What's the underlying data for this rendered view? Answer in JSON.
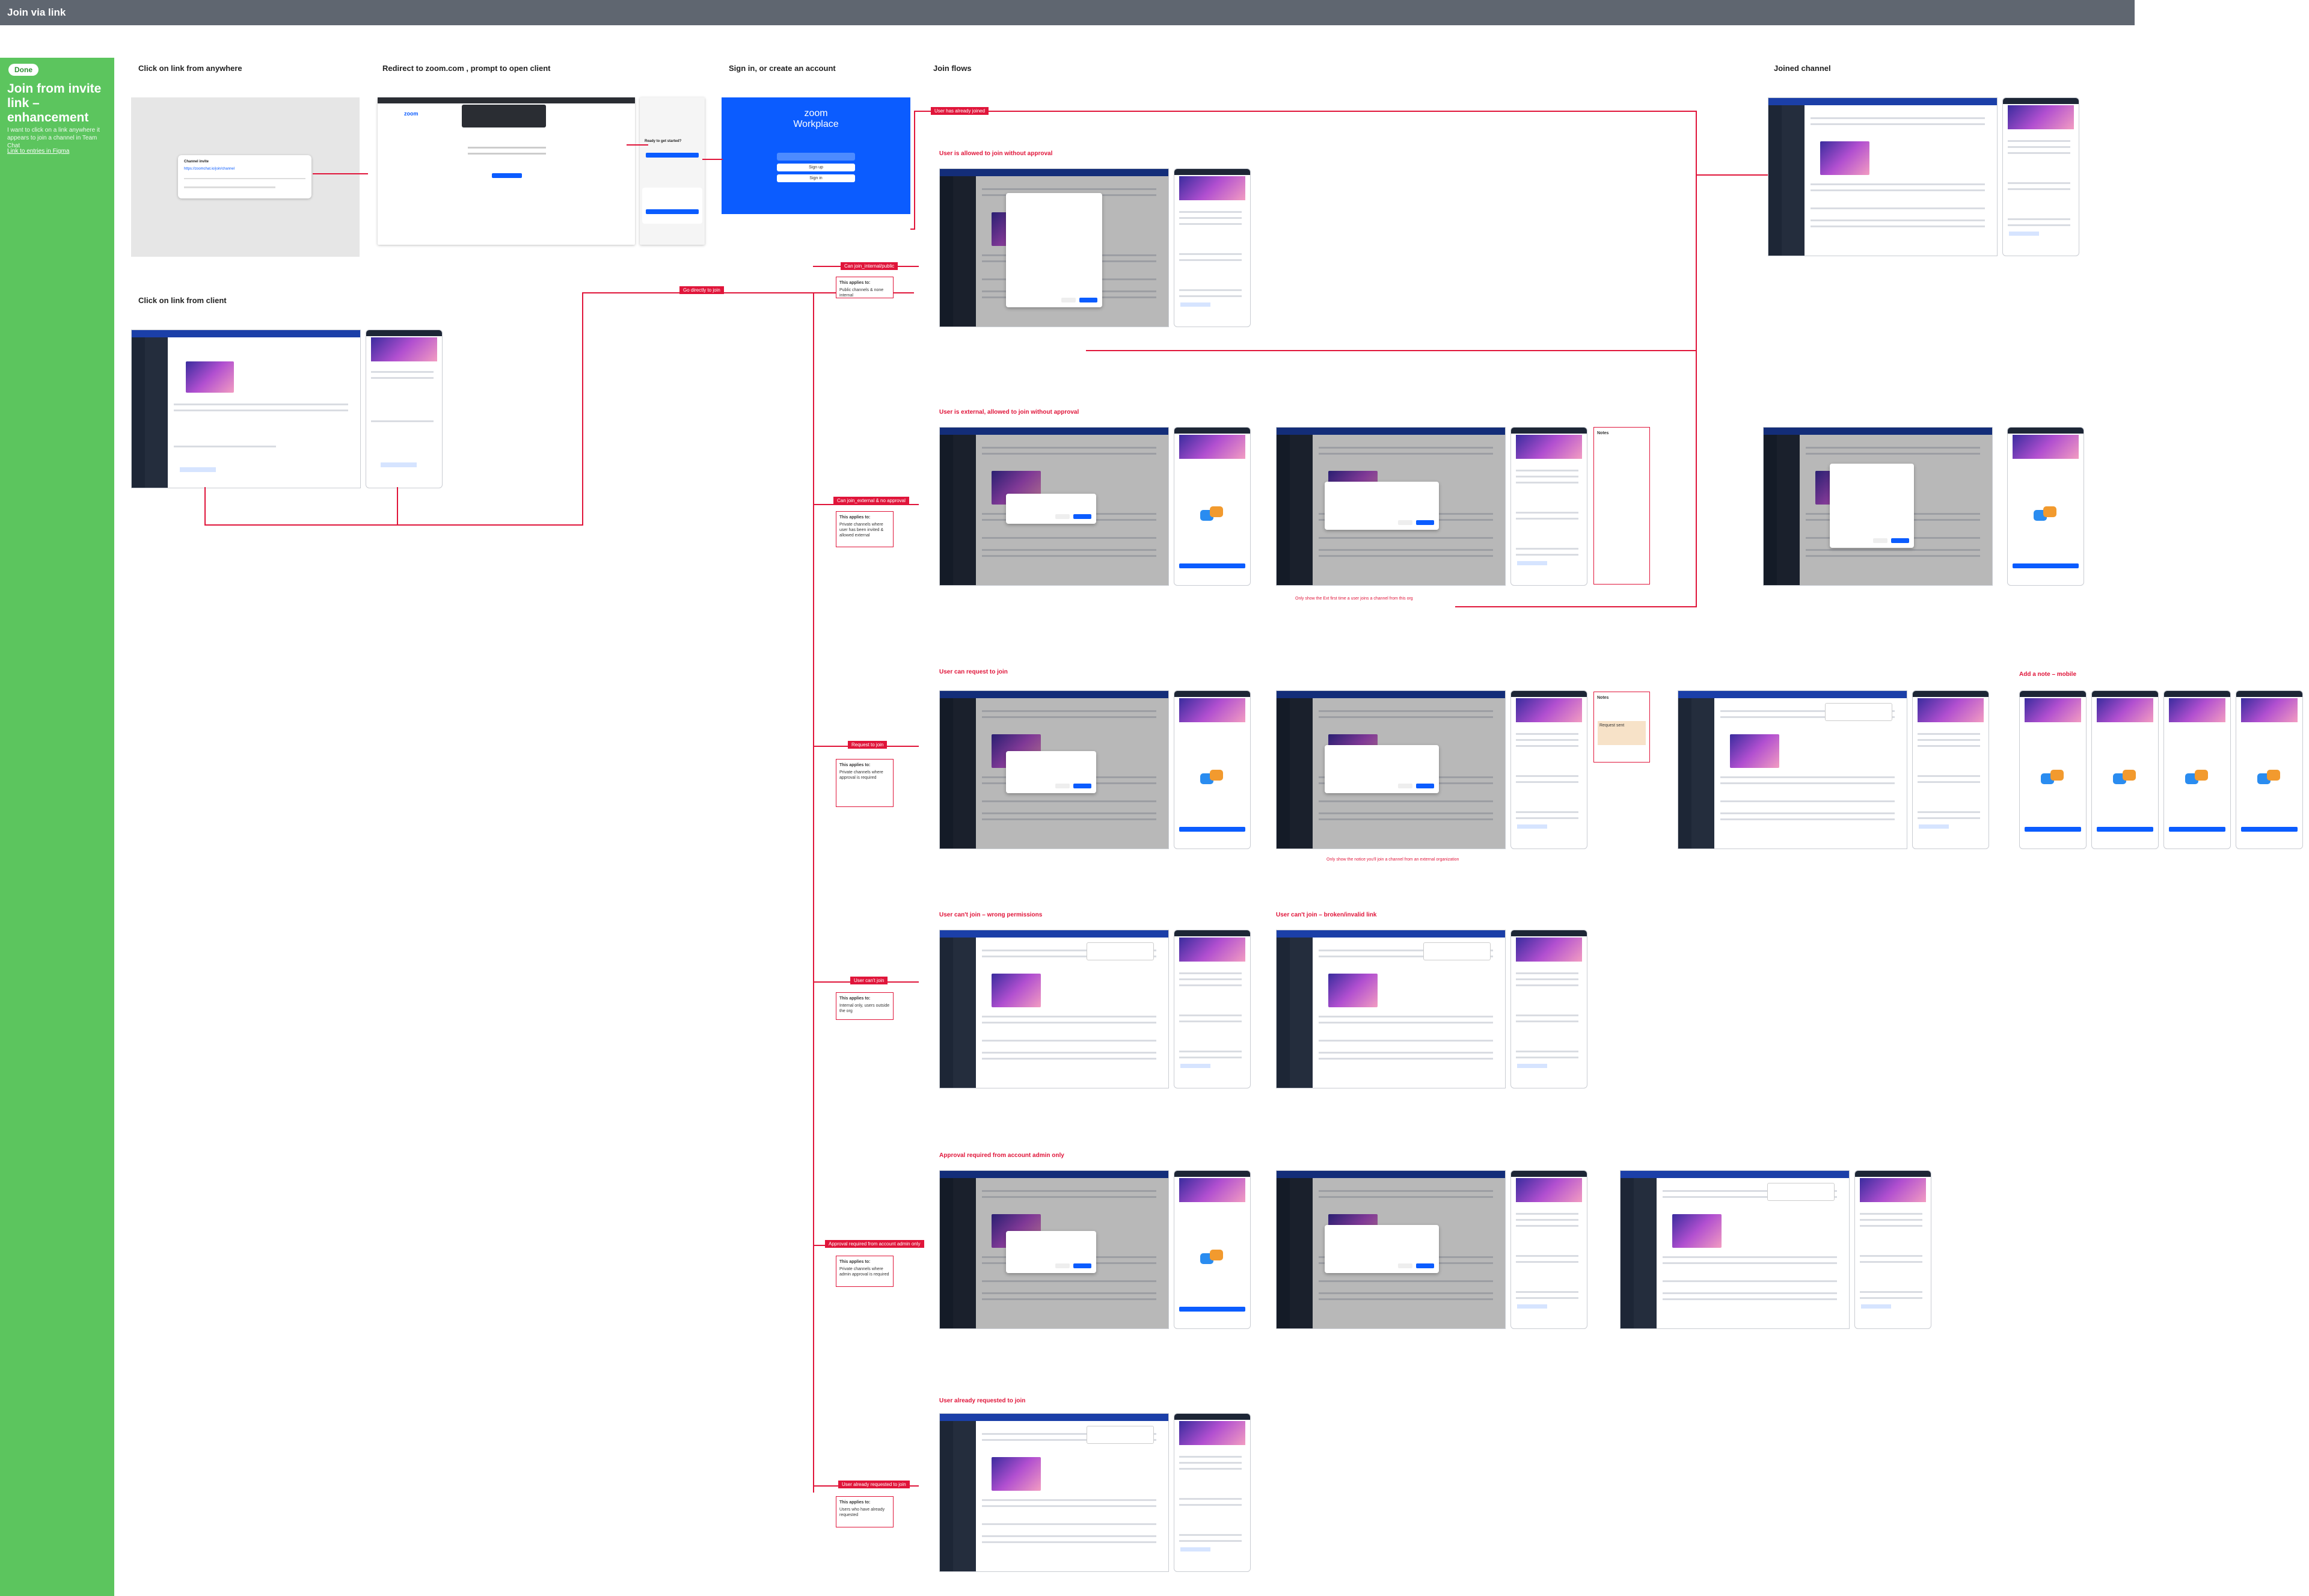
{
  "header": {
    "title": "Join via link"
  },
  "sidebar": {
    "badge": "Done",
    "title": "Join from invite link – enhancement",
    "description": "I want to click on a link anywhere it appears to join a channel in Team Chat",
    "link": "Link to entries in Figma"
  },
  "sections": {
    "click_anywhere": "Click on link from anywhere",
    "redirect": "Redirect to zoom.com , prompt to open client",
    "signin": "Sign in, or create an account",
    "join_flows": "Join flows",
    "joined_channel": "Joined channel",
    "click_client": "Click on link from client"
  },
  "flows": {
    "allowed": "User is allowed to join without approval",
    "external": "User is external, allowed to join without approval",
    "request": "User can request to join",
    "cant_join_perm": "User can't join – wrong permissions",
    "cant_join_broken": "User can't join – broken/invalid link",
    "approval_admin": "Approval required from account admin only",
    "already_requested": "User already requested to join",
    "add_note_mobile": "Add a note – mobile"
  },
  "tags": {
    "already_joined": "User has already joined",
    "can_join": "Can join_internal/public",
    "go_directly": "Go directly to join",
    "can_join_external": "Can join_external & no approval",
    "request_to_join": "Request to join",
    "user_cant_join": "User can't join",
    "approval_admin": "Approval required from account admin only",
    "already_requested": "User already requested to join"
  },
  "notes": {
    "label": "This applies to:",
    "allowed": "Public channels & none internal",
    "external": "Private channels where user has been invited & allowed external",
    "request": "Private channels where approval is required",
    "cant": "Internal only, users outside the org",
    "approval": "Private channels where admin approval is required",
    "already": "Users who have already requested"
  },
  "side_notes": {
    "external_title": "Notes",
    "request_title": "Notes",
    "request_status": "Request sent"
  },
  "captions": {
    "external": "Only show the Ext first time a user joins a channel from this org",
    "request": "Only show the notice you'll join a channel from an external organization"
  },
  "zoom": {
    "brand_line1": "zoom",
    "brand_line2": "Workplace",
    "sign_in": "Sign in",
    "sign_up": "Sign up",
    "redirect_brand": "zoom",
    "ready_title": "Ready to get started?"
  },
  "link_card": {
    "name": "Channel invite",
    "url": "https://zoomchat.io/join/channel"
  },
  "colors": {
    "accent_red": "#e0153a",
    "zoom_blue": "#0b5cff",
    "sidebar_green": "#5cc55e"
  }
}
